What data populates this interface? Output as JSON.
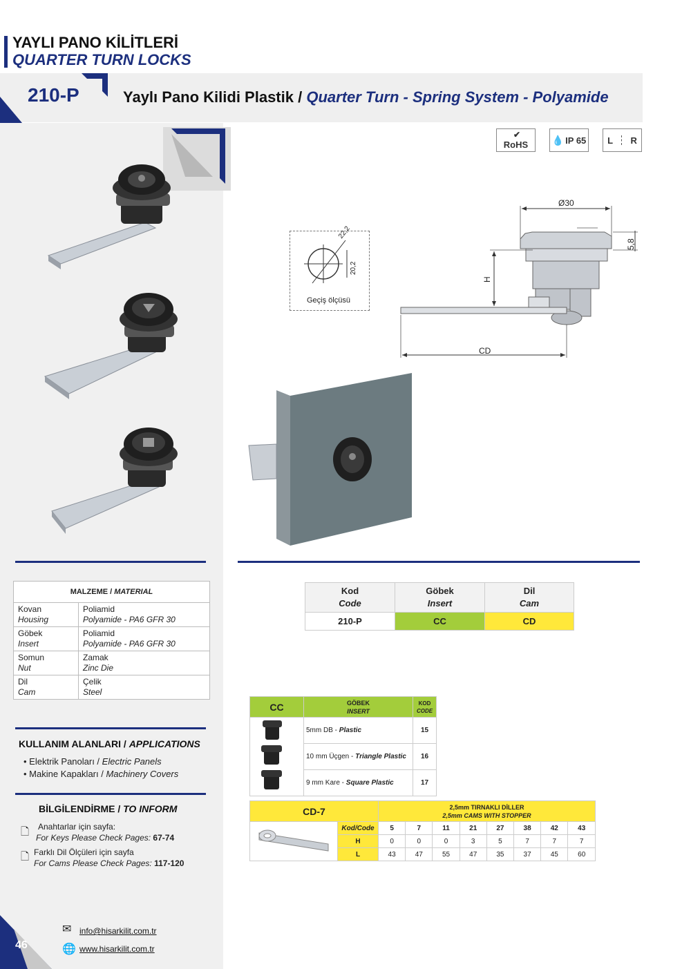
{
  "header": {
    "title": "YAYLI PANO KİLİTLERİ",
    "subtitle": "QUARTER TURN LOCKS"
  },
  "product": {
    "code": "210-P",
    "title_tr": "Yaylı Pano Kilidi Plastik /",
    "title_en": "Quarter Turn - Spring System - Polyamide"
  },
  "badges": {
    "rohs": "RoHS",
    "ip": "IP 65",
    "l": "L",
    "r": "R"
  },
  "drawing": {
    "dia": "Ø30",
    "h58": "5,8",
    "h": "H",
    "cd": "CD",
    "cut_a": "22,2",
    "cut_b": "20,2",
    "cut_label": "Geçiş ölçüsü"
  },
  "material": {
    "header_tr": "MALZEME /",
    "header_en": "MATERIAL",
    "rows": [
      {
        "k_tr": "Kovan",
        "k_en": "Housing",
        "v_tr": "Poliamid",
        "v_en": "Polyamide - PA6 GFR 30"
      },
      {
        "k_tr": "Göbek",
        "k_en": "Insert",
        "v_tr": "Poliamid",
        "v_en": "Polyamide - PA6 GFR 30"
      },
      {
        "k_tr": "Somun",
        "k_en": "Nut",
        "v_tr": "Zamak",
        "v_en": "Zinc Die"
      },
      {
        "k_tr": "Dil",
        "k_en": "Cam",
        "v_tr": "Çelik",
        "v_en": "Steel"
      }
    ]
  },
  "applications": {
    "title_tr": "KULLANIM ALANLARI /",
    "title_en": "APPLICATIONS",
    "items": [
      {
        "tr": "Elektrik Panoları /",
        "en": "Electric Panels"
      },
      {
        "tr": "Makine Kapakları /",
        "en": "Machinery Covers"
      }
    ]
  },
  "inform": {
    "title_tr": "BİLGİLENDİRME /",
    "title_en": "TO INFORM",
    "items": [
      {
        "tr": "Anahtarlar için sayfa:",
        "en": "For Keys Please Check Pages:",
        "pages": "67-74"
      },
      {
        "tr": "Farklı Dil Ölçüleri için sayfa",
        "en": "For Cams Please Check Pages:",
        "pages": "117-120"
      }
    ]
  },
  "code_table": {
    "headers": [
      {
        "tr": "Kod",
        "en": "Code"
      },
      {
        "tr": "Göbek",
        "en": "Insert"
      },
      {
        "tr": "Dil",
        "en": "Cam"
      }
    ],
    "row": [
      "210-P",
      "CC",
      "CD"
    ]
  },
  "cc_table": {
    "label": "CC",
    "col1_tr": "GÖBEK",
    "col1_en": "INSERT",
    "col2_tr": "KOD",
    "col2_en": "CODE",
    "rows": [
      {
        "tr": "5mm DB - ",
        "en": "Plastic",
        "code": "15"
      },
      {
        "tr": "10 mm Üçgen - ",
        "en": "Triangle Plastic",
        "code": "16"
      },
      {
        "tr": "9 mm Kare - ",
        "en": "Square Plastic",
        "code": "17"
      }
    ]
  },
  "cd_table": {
    "label": "CD-7",
    "title_tr": "2,5mm TIRNAKLI DİLLER",
    "title_en": "2,5mm CAMS WITH STOPPER",
    "code_label": "Kod/Code",
    "h_label": "H",
    "l_label": "L",
    "codes": [
      "5",
      "7",
      "11",
      "21",
      "27",
      "38",
      "42",
      "43"
    ],
    "h": [
      "0",
      "0",
      "0",
      "3",
      "5",
      "7",
      "7",
      "7"
    ],
    "l": [
      "43",
      "47",
      "55",
      "47",
      "35",
      "37",
      "45",
      "60"
    ]
  },
  "footer": {
    "page": "46",
    "email": "info@hisarkilit.com.tr",
    "web": "www.hisarkilit.com.tr"
  },
  "colors": {
    "navy": "#1c2f7e",
    "green": "#a3cd3b",
    "yellow": "#ffe83a"
  }
}
